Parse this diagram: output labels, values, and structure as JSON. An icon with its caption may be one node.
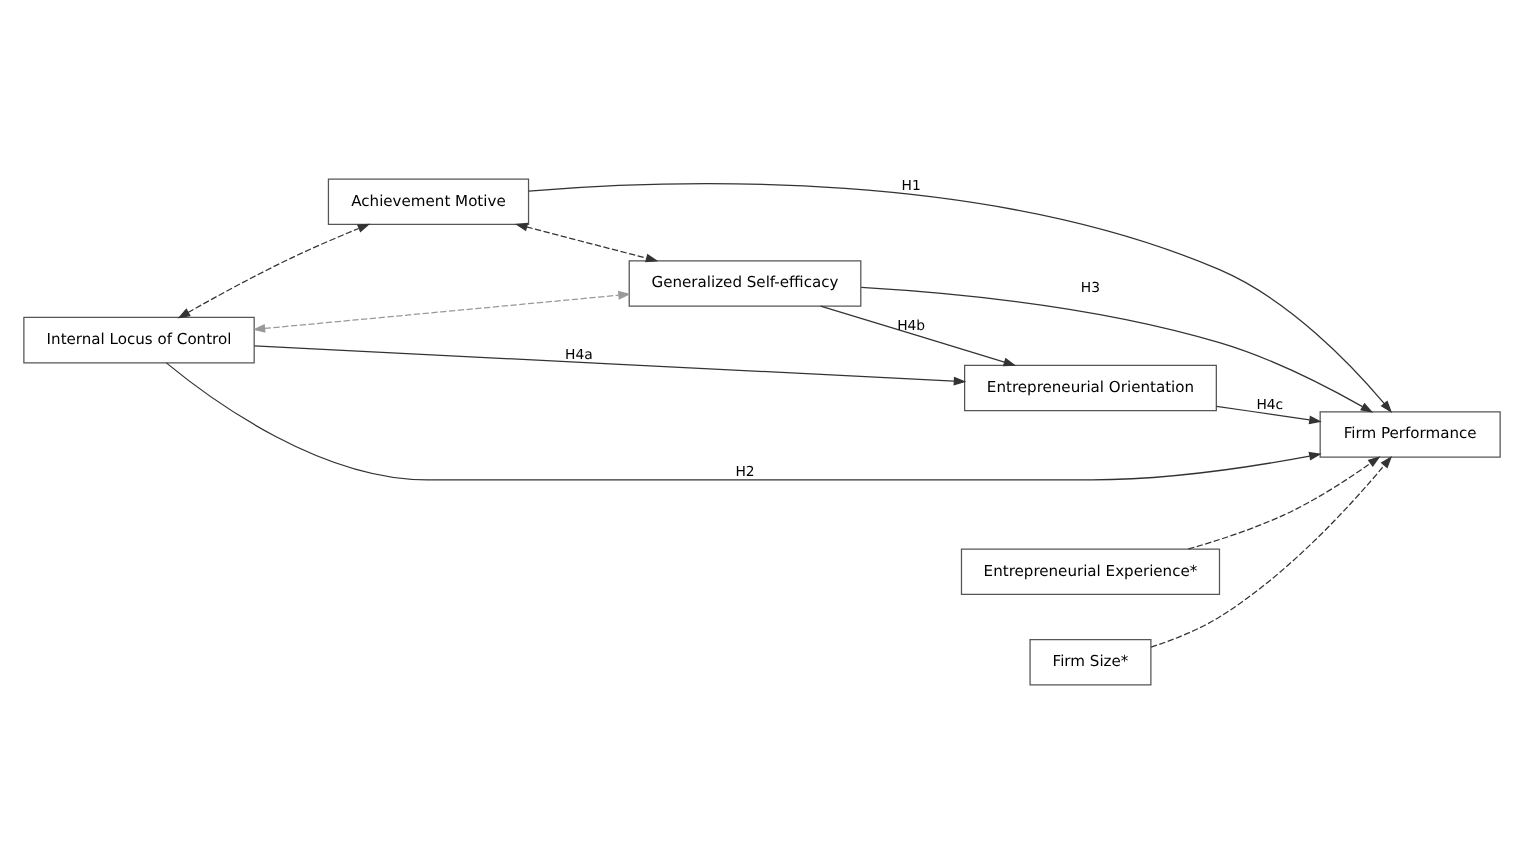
{
  "diagram": {
    "nodes": [
      {
        "text": [
          "Internal Locus of Control"
        ]
      },
      {
        "text": [
          "Entrepreneurial Experience*"
        ]
      },
      {
        "text": [
          "Achievement Motive"
        ]
      },
      {
        "text": [
          "Firm Performance"
        ]
      },
      {
        "text": [
          "Generalized Self-efficacy"
        ]
      },
      {
        "text": [
          "Firm Size*"
        ]
      },
      {
        "text": [
          "Entrepreneurial Orientation"
        ]
      }
    ],
    "edges": [
      {
        "from": 0,
        "to": 3,
        "arrow": "to",
        "label": "H2"
      },
      {
        "from": 1,
        "to": 3,
        "arrow": "to",
        "style": "dashed"
      },
      {
        "from": 0,
        "to": 2,
        "arrow": "both",
        "style": "dashed"
      },
      {
        "from": 2,
        "to": 3,
        "arrow": "to",
        "label": "H1"
      },
      {
        "from": 0,
        "to": 4,
        "arrow": "both",
        "style": "dashed",
        "color": "#999999"
      },
      {
        "from": 2,
        "to": 4,
        "arrow": "both",
        "style": "dashed"
      },
      {
        "from": 4,
        "to": 3,
        "arrow": "to",
        "label": "H3"
      },
      {
        "from": 6,
        "to": 3,
        "arrow": "to",
        "label": "H4c"
      },
      {
        "from": 5,
        "to": 3,
        "arrow": "to",
        "style": "dashed"
      },
      {
        "from": 4,
        "to": 6,
        "arrow": "to",
        "label": "H4b"
      },
      {
        "from": 0,
        "to": 6,
        "arrow": "to",
        "label": "H4a"
      }
    ]
  }
}
